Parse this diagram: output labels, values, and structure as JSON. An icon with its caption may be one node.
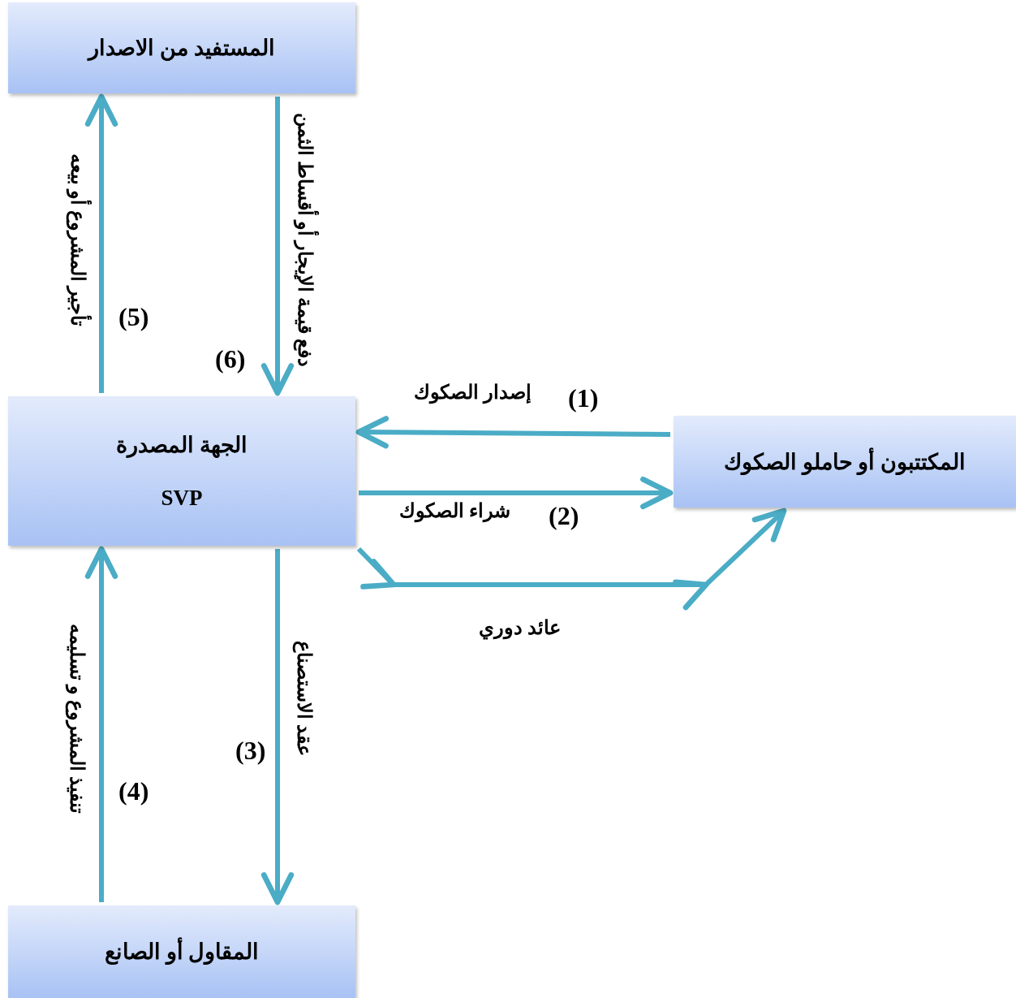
{
  "diagram": {
    "nodes": [
      {
        "text": [
          "المستفيد من الاصدار"
        ]
      },
      {
        "text": [
          "الجهة المصدرة",
          "SVP"
        ]
      },
      {
        "text": [
          "المكتتبون أو حاملو الصكوك"
        ]
      },
      {
        "text": [
          "المقاول أو الصانع"
        ]
      }
    ],
    "edges": [
      {
        "from": 2,
        "to": 1,
        "arrow": "to",
        "label": "إصدار الصكوك"
      },
      {
        "from": 1,
        "to": 2,
        "arrow": "to",
        "label": "شراء الصكوك"
      },
      {
        "from": 1,
        "to": 2,
        "arrow": "to",
        "label": "عائد دوري"
      },
      {
        "from": 1,
        "to": 3,
        "arrow": "to",
        "label": "عقد الاستصناع"
      },
      {
        "from": 3,
        "to": 1,
        "arrow": "to",
        "label": "تنفيذ المشروع و تسليمه"
      },
      {
        "from": 1,
        "to": 0,
        "arrow": "to",
        "label": "تأجير المشروع أو بيعه"
      },
      {
        "from": 0,
        "to": 1,
        "arrow": "to",
        "label": "دفع قيمة الإيجار أو أقساط الثمن"
      }
    ],
    "labels": [
      "(1)",
      "(2)",
      "(3)",
      "(4)",
      "(5)",
      "(6)"
    ]
  }
}
